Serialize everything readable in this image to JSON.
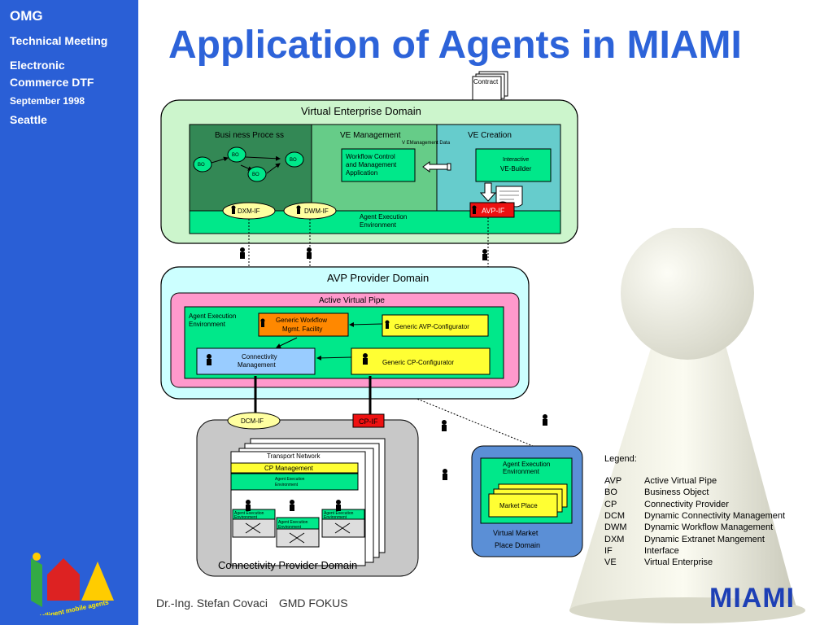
{
  "sidebar": {
    "org": "OMG",
    "meeting": "Technical Meeting",
    "group_line1": "Electronic",
    "group_line2": "Commerce DTF",
    "date": "September 1998",
    "place": "Seattle",
    "logo_text": "Intelligent mobile agents"
  },
  "title": "Application of Agents in MIAMI",
  "diagram": {
    "contract": "Contract",
    "ve_domain": {
      "title": "Virtual Enterprise Domain",
      "business_process": "Busi ness Proce ss",
      "bo": [
        "BO",
        "BO",
        "BO",
        "BO"
      ],
      "ve_management": "VE Management",
      "ve_creation": "VE Creation",
      "ve_mgmt_data": "V EManagement Data",
      "workflow_line1": "Workflow Control",
      "workflow_line2": "and Management",
      "workflow_line3": "Application",
      "builder_line1": "Interactive",
      "builder_line2": "VE-Builder",
      "aee_line1": "Agent Execution",
      "aee_line2": "Environment",
      "dxm_if": "DXM-IF",
      "dwm_if": "DWM-IF",
      "avp_if": "AVP-IF"
    },
    "avp_domain": {
      "title": "AVP Provider Domain",
      "pipe": "Active Virtual Pipe",
      "aee_line1": "Agent Execution",
      "aee_line2": "Environment",
      "gwf_line1": "Generic Workflow",
      "gwf_line2": "Mgmt. Facility",
      "gavp": "Generic AVP-Configurator",
      "conn_line1": "Connectivity",
      "conn_line2": "Management",
      "gcp": "Generic CP-Configurator"
    },
    "cp_domain": {
      "title": "Connectivity Provider Domain",
      "dcm_if": "DCM-IF",
      "cp_if": "CP-IF",
      "transport": "Transport Network",
      "cp_mgmt": "CP Management",
      "aee_line1": "Agent Execution",
      "aee_line2": "Environment"
    },
    "vmp": {
      "aee_line1": "Agent Execution",
      "aee_line2": "Environment",
      "market": "Market Place",
      "title_line1": "Virtual Market",
      "title_line2": "Place Domain"
    }
  },
  "legend": {
    "heading": "Legend:",
    "items": [
      {
        "abbr": "AVP",
        "text": "Active Virtual Pipe"
      },
      {
        "abbr": "BO",
        "text": "Business Object"
      },
      {
        "abbr": "CP",
        "text": "Connectivity Provider"
      },
      {
        "abbr": "DCM",
        "text": "Dynamic Connectivity Management"
      },
      {
        "abbr": "DWM",
        "text": "Dynamic Workflow Management"
      },
      {
        "abbr": "DXM",
        "text": "Dynamic Extranet Mangement"
      },
      {
        "abbr": "IF",
        "text": "Interface"
      },
      {
        "abbr": "VE",
        "text": "Virtual Enterprise"
      }
    ]
  },
  "footer": {
    "author": "Dr.-Ing. Stefan Covaci",
    "org": "GMD FOKUS"
  },
  "brand_logo": "MIAMI",
  "colors": {
    "sidebar": "#2a5fd6",
    "title": "#2d63d9",
    "ve_domain_bg": "#ccf5cc",
    "aee_green": "#00e88a",
    "avp_pipe": "#ff99cc",
    "cp_domain_bg": "#c8c8c8",
    "vmp_bg": "#5b8fd6",
    "red_if": "#ee1111",
    "yellow_box": "#ffff33",
    "orange_box": "#ff8800"
  }
}
